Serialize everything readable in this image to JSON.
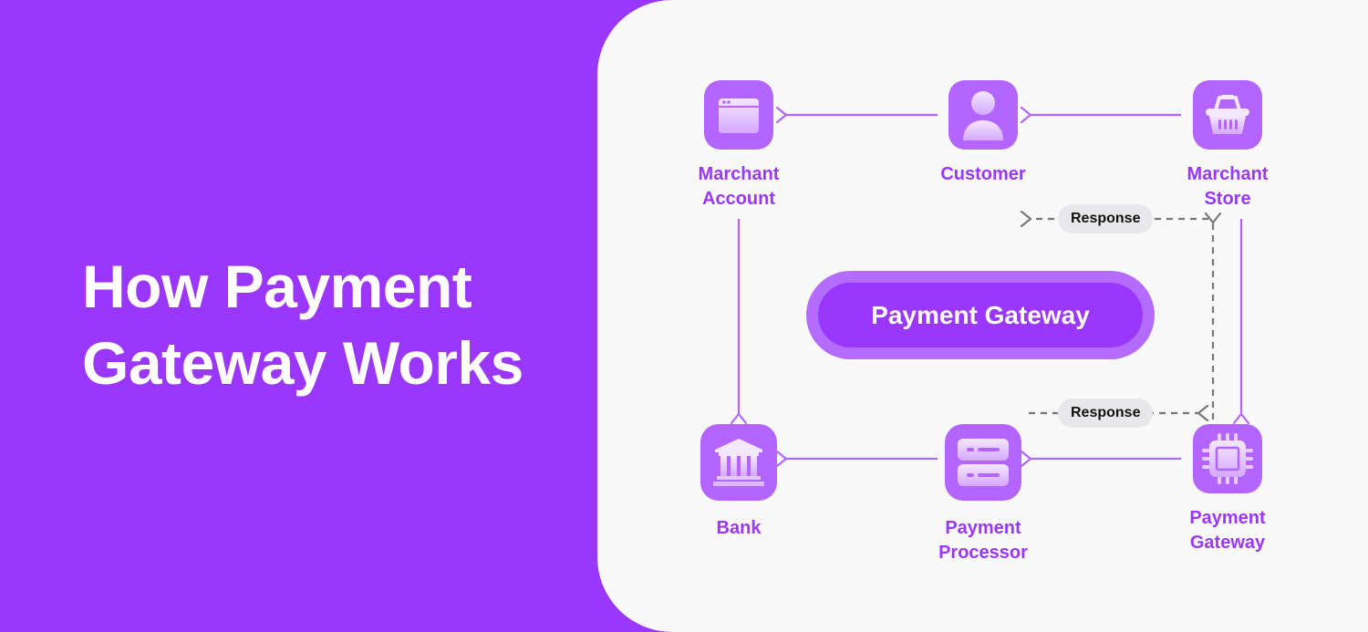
{
  "title": {
    "line1": "How Payment",
    "line2": "Gateway Works"
  },
  "center": {
    "label": "Payment Gateway"
  },
  "colors": {
    "brand_purple": "#9b37fd",
    "tile_purple": "#b565ff",
    "panel_bg": "#f9f9fa",
    "response_bg": "#e8e8ea",
    "dashed_arrow": "#777777"
  },
  "nodes": {
    "merchant_account": {
      "line1": "Marchant",
      "line2": "Account",
      "icon": "browser-window-icon"
    },
    "customer": {
      "line1": "Customer",
      "icon": "user-icon"
    },
    "merchant_store": {
      "line1": "Marchant",
      "line2": "Store",
      "icon": "shopping-basket-icon"
    },
    "bank": {
      "line1": "Bank",
      "icon": "bank-icon"
    },
    "payment_processor": {
      "line1": "Payment",
      "line2": "Processor",
      "icon": "server-icon"
    },
    "payment_gateway": {
      "line1": "Payment",
      "line2": "Gateway",
      "icon": "chip-icon"
    }
  },
  "responses": {
    "top": "Response",
    "bottom": "Response"
  },
  "flow": [
    {
      "from": "Marchant Store",
      "to": "Customer",
      "style": "solid"
    },
    {
      "from": "Customer",
      "to": "Marchant Account",
      "style": "solid"
    },
    {
      "from": "Marchant Account",
      "to": "Bank",
      "style": "solid"
    },
    {
      "from": "Marchant Store",
      "to": "Payment Gateway",
      "style": "solid"
    },
    {
      "from": "Payment Gateway",
      "to": "Payment Processor",
      "style": "solid"
    },
    {
      "from": "Payment Processor",
      "to": "Bank",
      "style": "solid"
    },
    {
      "from": "Payment Gateway",
      "to": "Marchant Store",
      "style": "dashed",
      "label": "Response"
    }
  ]
}
